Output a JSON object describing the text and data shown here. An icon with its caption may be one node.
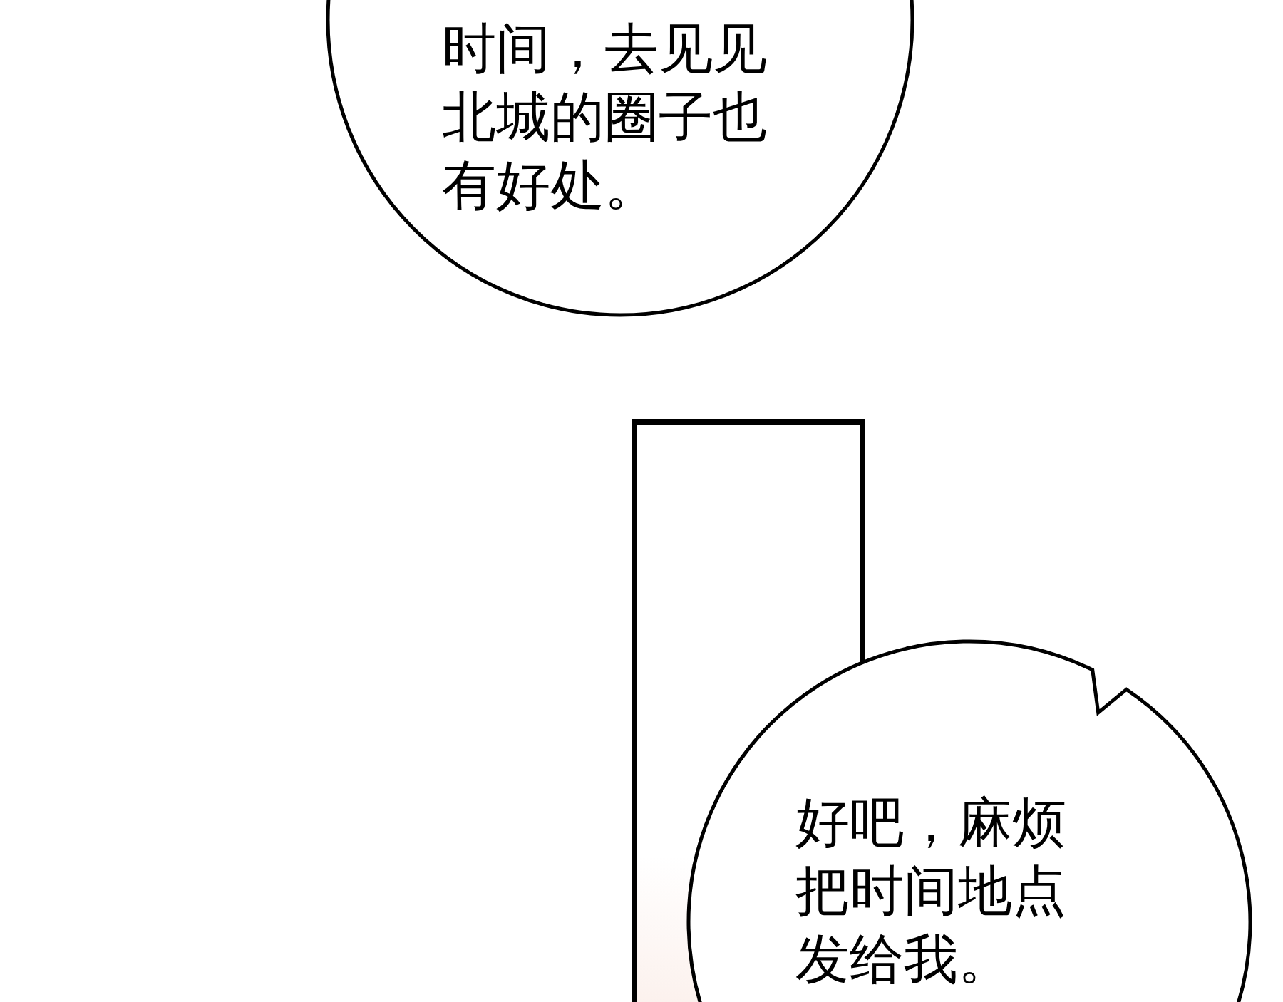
{
  "diagram": {
    "nodes": [
      {
        "text": [
          "时间，去见见北城的圈子也有好处。"
        ]
      },
      {
        "text": [],
        "shape": "box"
      },
      {
        "text": [
          "好吧，麻烦把时间地点发给我。"
        ]
      }
    ]
  }
}
